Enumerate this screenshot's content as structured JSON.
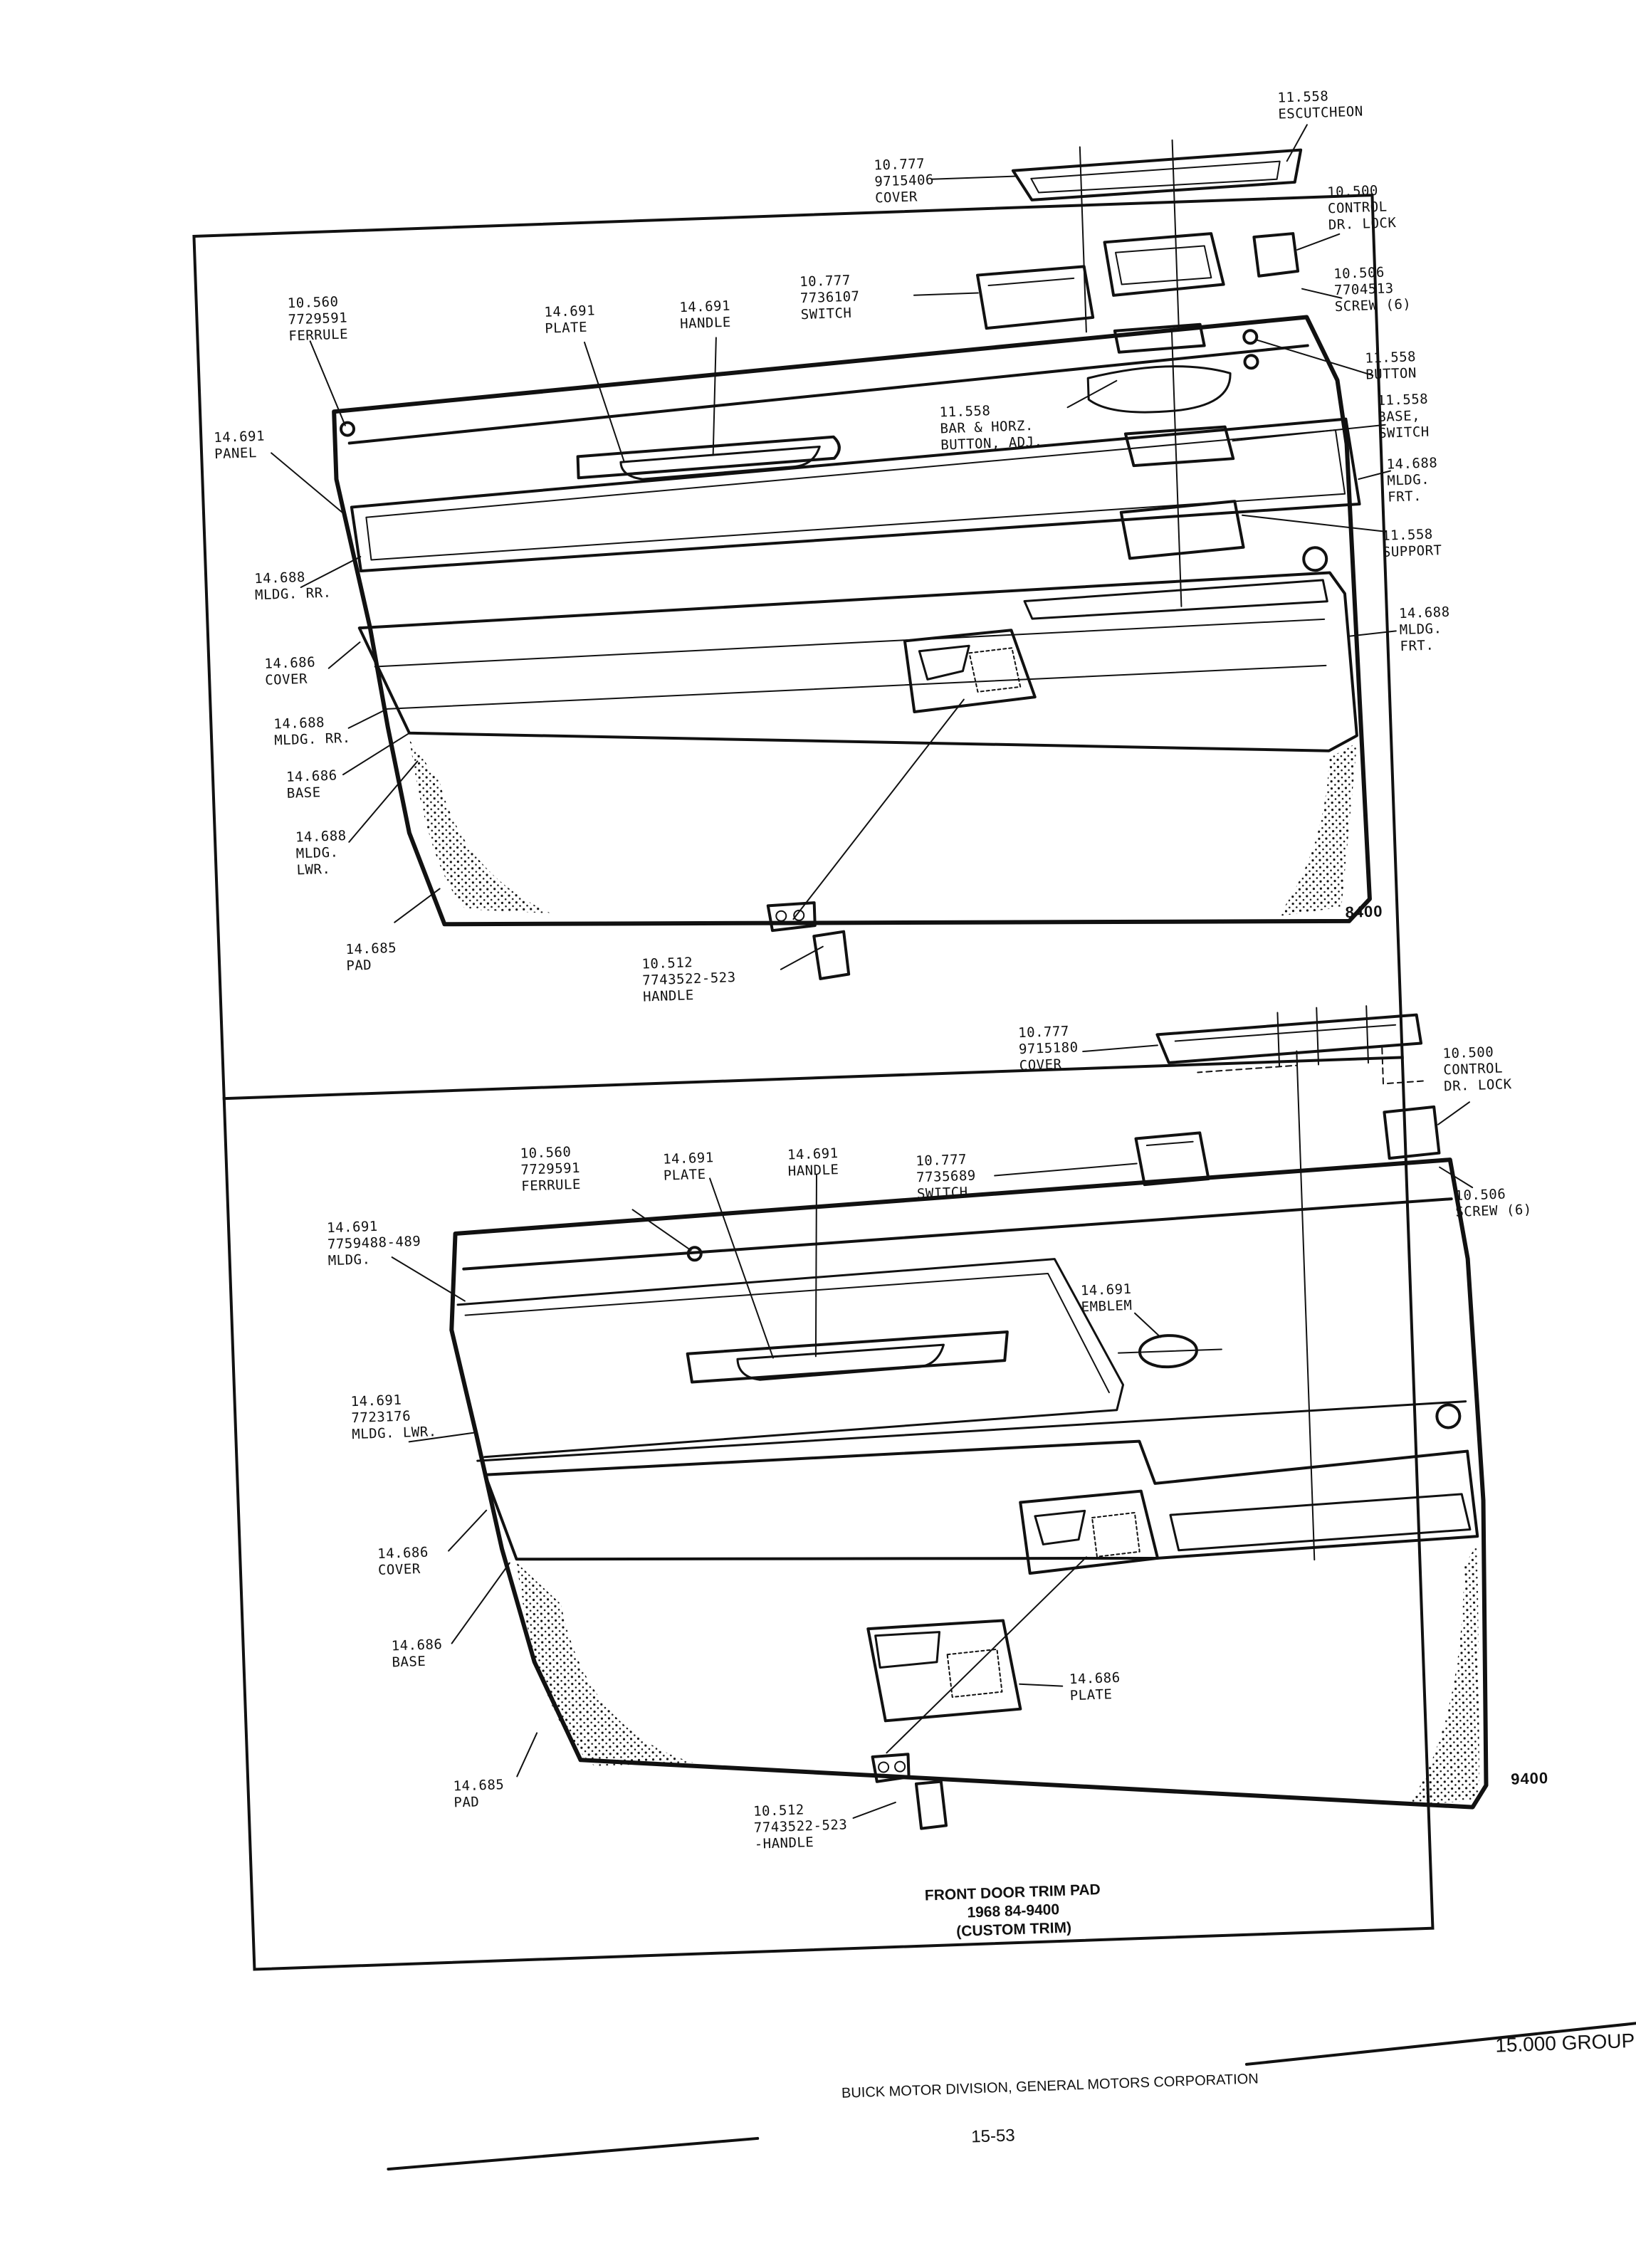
{
  "figure1": {
    "number": "8400",
    "labels": [
      {
        "id": "f1-ferrule",
        "lines": [
          "10.560",
          "7729591",
          "FERRULE"
        ]
      },
      {
        "id": "f1-plate",
        "lines": [
          "14.691",
          "PLATE"
        ]
      },
      {
        "id": "f1-handle",
        "lines": [
          "14.691",
          "HANDLE"
        ]
      },
      {
        "id": "f1-switch",
        "lines": [
          "10.777",
          "7736107",
          "SWITCH"
        ]
      },
      {
        "id": "f1-cover-top",
        "lines": [
          "10.777",
          "9715406",
          "COVER"
        ]
      },
      {
        "id": "f1-escutcheon",
        "lines": [
          "11.558",
          "ESCUTCHEON"
        ]
      },
      {
        "id": "f1-control",
        "lines": [
          "10.500",
          "CONTROL",
          "DR. LOCK"
        ]
      },
      {
        "id": "f1-screw",
        "lines": [
          "10.506",
          "7704513",
          "SCREW (6)"
        ]
      },
      {
        "id": "f1-button",
        "lines": [
          "11.558",
          "BUTTON"
        ]
      },
      {
        "id": "f1-bar",
        "lines": [
          "11.558",
          "BAR & HORZ.",
          "BUTTON, ADJ."
        ]
      },
      {
        "id": "f1-base-switch",
        "lines": [
          "11.558",
          "BASE,",
          "SWITCH"
        ]
      },
      {
        "id": "f1-mldg-frt-1",
        "lines": [
          "14.688",
          "MLDG.",
          "FRT."
        ]
      },
      {
        "id": "f1-support",
        "lines": [
          "11.558",
          "SUPPORT"
        ]
      },
      {
        "id": "f1-panel",
        "lines": [
          "14.691",
          "PANEL"
        ]
      },
      {
        "id": "f1-mldg-rr",
        "lines": [
          "14.688",
          "MLDG. RR."
        ]
      },
      {
        "id": "f1-cover",
        "lines": [
          "14.686",
          "COVER"
        ]
      },
      {
        "id": "f1-mldg-frt-2",
        "lines": [
          "14.688",
          "MLDG.",
          "FRT."
        ]
      },
      {
        "id": "f1-mldg-rr-2",
        "lines": [
          "14.688",
          "MLDG. RR."
        ]
      },
      {
        "id": "f1-base",
        "lines": [
          "14.686",
          "BASE"
        ]
      },
      {
        "id": "f1-mldg-lwr",
        "lines": [
          "14.688",
          "MLDG.",
          "LWR."
        ]
      },
      {
        "id": "f1-pad",
        "lines": [
          "14.685",
          "PAD"
        ]
      },
      {
        "id": "f1-handle-lwr",
        "lines": [
          "10.512",
          "7743522-523",
          "HANDLE"
        ]
      }
    ]
  },
  "figure2": {
    "number": "9400",
    "labels": [
      {
        "id": "f2-cover-top",
        "lines": [
          "10.777",
          "9715180",
          "COVER"
        ]
      },
      {
        "id": "f2-control",
        "lines": [
          "10.500",
          "CONTROL",
          "DR. LOCK"
        ]
      },
      {
        "id": "f2-ferrule",
        "lines": [
          "10.560",
          "7729591",
          "FERRULE"
        ]
      },
      {
        "id": "f2-plate",
        "lines": [
          "14.691",
          "PLATE"
        ]
      },
      {
        "id": "f2-handle",
        "lines": [
          "14.691",
          "HANDLE"
        ]
      },
      {
        "id": "f2-switch",
        "lines": [
          "10.777",
          "7735689",
          "SWITCH"
        ]
      },
      {
        "id": "f2-screw",
        "lines": [
          "10.506",
          "SCREW (6)"
        ]
      },
      {
        "id": "f2-mldg",
        "lines": [
          "14.691",
          "7759488-489",
          "MLDG."
        ]
      },
      {
        "id": "f2-emblem",
        "lines": [
          "14.691",
          "EMBLEM"
        ]
      },
      {
        "id": "f2-mldg-lwr",
        "lines": [
          "14.691",
          "7723176",
          "MLDG. LWR."
        ]
      },
      {
        "id": "f2-cover",
        "lines": [
          "14.686",
          "COVER"
        ]
      },
      {
        "id": "f2-base",
        "lines": [
          "14.686",
          "BASE"
        ]
      },
      {
        "id": "f2-plate-lwr",
        "lines": [
          "14.686",
          "PLATE"
        ]
      },
      {
        "id": "f2-pad",
        "lines": [
          "14.685",
          "PAD"
        ]
      },
      {
        "id": "f2-handle-lwr",
        "lines": [
          "10.512",
          "7743522-523",
          "-HANDLE"
        ]
      }
    ]
  },
  "caption": {
    "line1": "FRONT DOOR TRIM PAD",
    "line2": "1968  84-9400",
    "line3": "(CUSTOM TRIM)"
  },
  "footer": {
    "division": "BUICK MOTOR DIVISION, GENERAL MOTORS CORPORATION",
    "group": "15.000 GROUP",
    "page": "15-53"
  }
}
